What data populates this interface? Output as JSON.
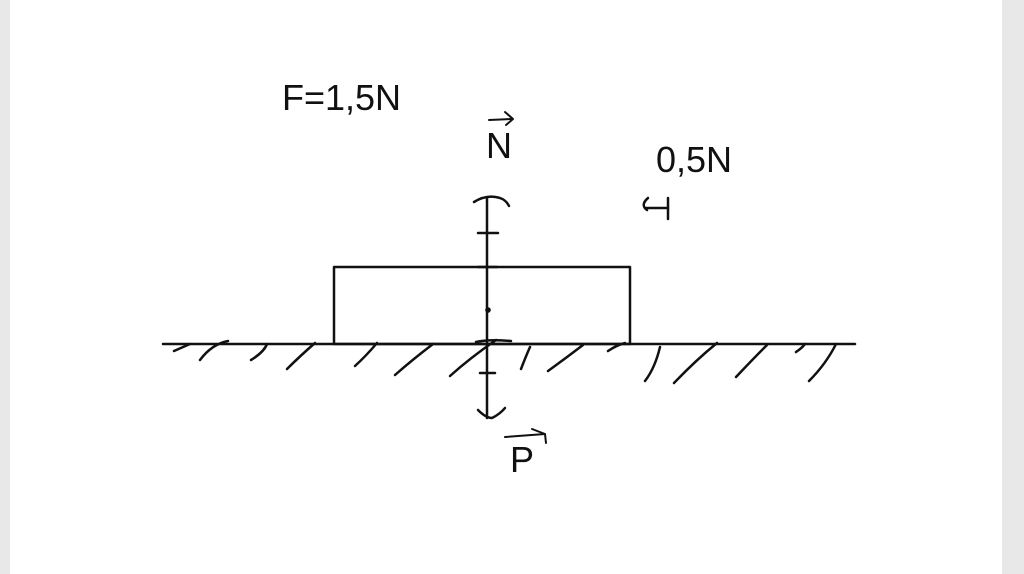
{
  "labels": {
    "force_f": "F=1,5N",
    "normal_vector": "N",
    "scale": "0,5N",
    "weight_vector": "P"
  },
  "colors": {
    "ink": "#111111",
    "paper": "#ffffff",
    "margin": "#e8e8e8"
  }
}
